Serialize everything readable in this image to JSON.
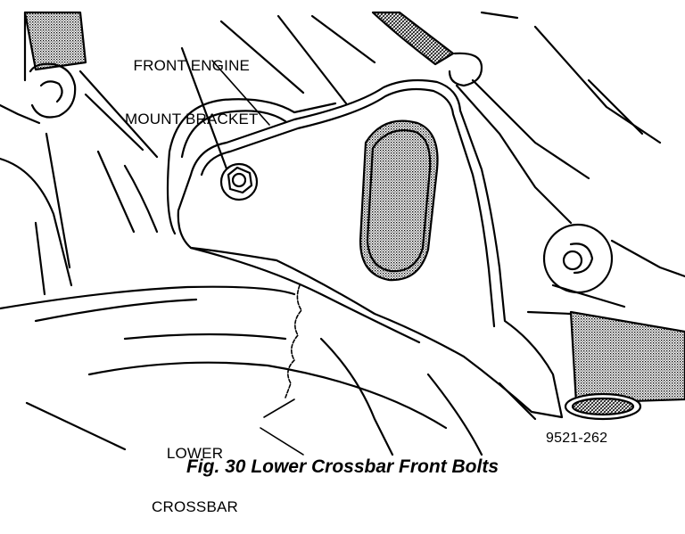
{
  "labels": {
    "engine_bracket_line1": "FRONT ENGINE",
    "engine_bracket_line2": "MOUNT BRACKET",
    "crossbar_line1": "LOWER",
    "crossbar_line2": "CROSSBAR",
    "figure_code": "9521-262"
  },
  "caption": "Fig. 30 Lower Crossbar Front Bolts",
  "colors": {
    "ink": "#000000",
    "paper": "#ffffff"
  }
}
